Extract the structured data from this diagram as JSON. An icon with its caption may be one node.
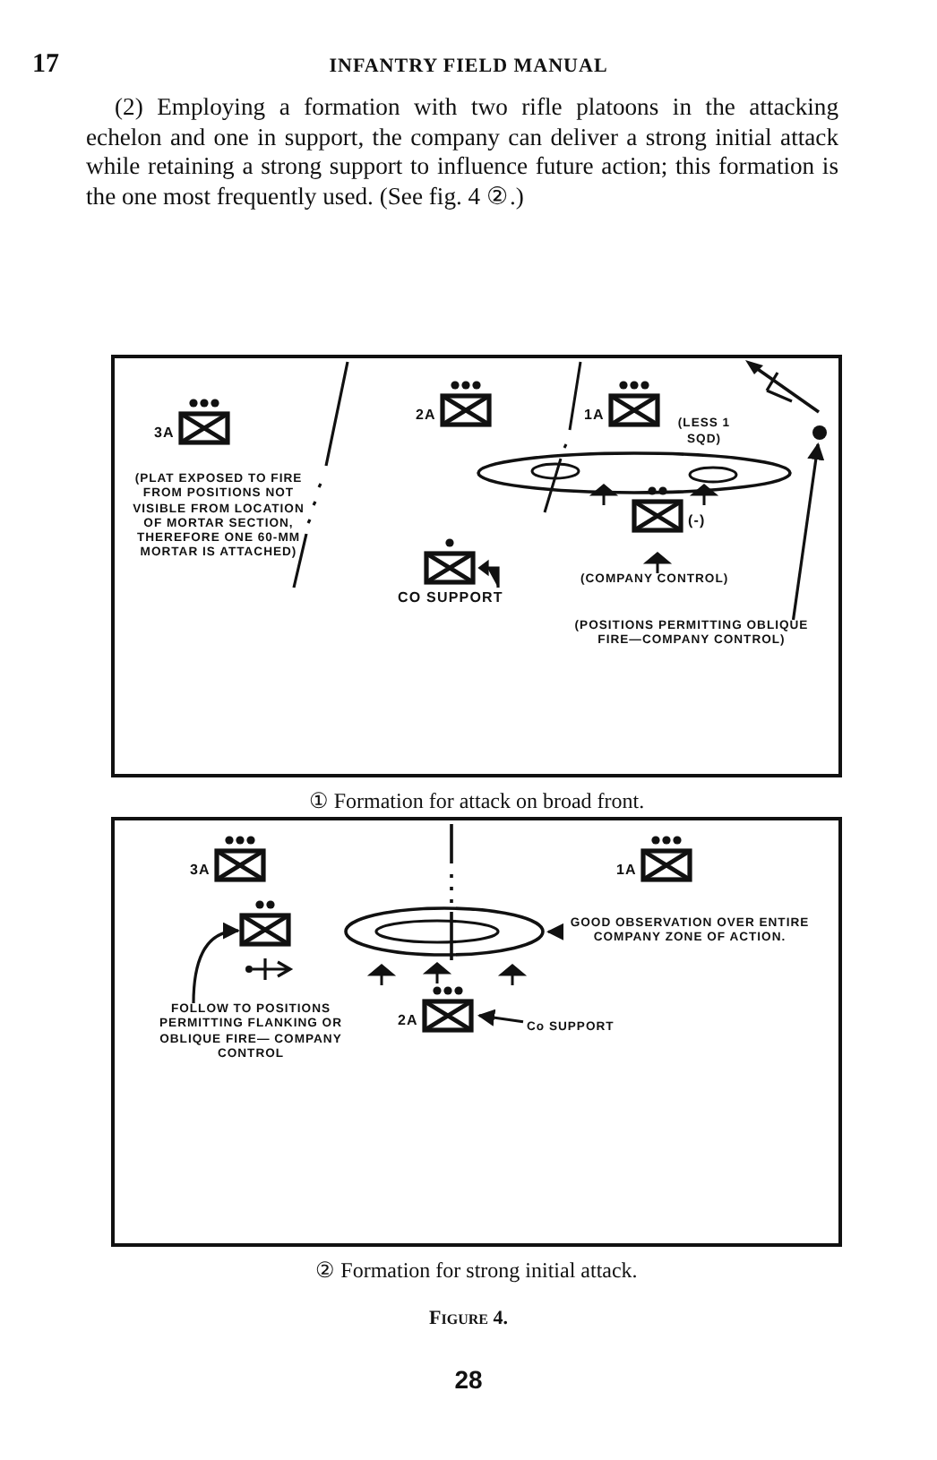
{
  "diagram": {
    "caption": "Figure 4.",
    "nodes": [
      {
        "text": [],
        "shape": "box",
        "beside": [
          "① Formation for attack on broad front."
        ]
      },
      {
        "text": [
          "3A"
        ],
        "in": 0
      },
      {
        "text": [
          "(PLAT EXPOSED TO FIRE FROM POSITIONS NOT VISIBLE FROM LOCATION OF MORTAR SECTION, THEREFORE ONE 60-MM MORTAR IS ATTACHED)"
        ],
        "in": 0
      },
      {
        "text": [
          "2A"
        ],
        "in": 0
      },
      {
        "text": [
          "1A"
        ],
        "in": 0,
        "beside": [
          "(LESS 1 SQD)"
        ]
      },
      {
        "text": [
          "(-)"
        ],
        "in": 0,
        "beside": [
          "(COMPANY CONTROL)"
        ]
      },
      {
        "text": [
          "CO SUPPORT"
        ],
        "in": 0
      },
      {
        "text": [],
        "shape": "circle",
        "in": 0
      },
      {
        "text": [
          "(POSITIONS PERMITTING OBLIQUE FIRE—COMPANY CONTROL)"
        ],
        "in": 0
      },
      {
        "text": [],
        "shape": "box",
        "beside": [
          "② Formation for strong initial attack."
        ]
      },
      {
        "text": [
          "3A"
        ],
        "in": 9
      },
      {
        "text": [],
        "shape": "box",
        "in": 9
      },
      {
        "text": [
          "FOLLOW TO POSITIONS PERMITTING FLANKING OR OBLIQUE FIRE— COMPANY CONTROL"
        ],
        "in": 9
      },
      {
        "text": [],
        "shape": "ellipse",
        "in": 9
      },
      {
        "text": [
          "1A"
        ],
        "in": 9
      },
      {
        "text": [
          "GOOD OBSERVATION OVER ENTIRE COMPANY ZONE OF ACTION."
        ],
        "in": 9
      },
      {
        "text": [
          "2A"
        ],
        "in": 9
      },
      {
        "text": [
          "Co SUPPORT"
        ],
        "in": 9
      }
    ],
    "edges": [
      {
        "from": 8,
        "to": 7,
        "arrow": "to"
      },
      {
        "from": 12,
        "to": 11,
        "arrow": "to"
      },
      {
        "from": 15,
        "to": 13,
        "arrow": "to"
      },
      {
        "from": 17,
        "to": 16,
        "arrow": "to"
      }
    ],
    "labels": [
      "17",
      "INFANTRY FIELD MANUAL",
      "(2) Employing a formation with two rifle platoons in the attacking echelon and one in support, the company can deliver a strong initial attack while retaining a strong support to influence future action; this formation is the one most frequently used. (See fig. 4 ②.)",
      "28"
    ]
  }
}
